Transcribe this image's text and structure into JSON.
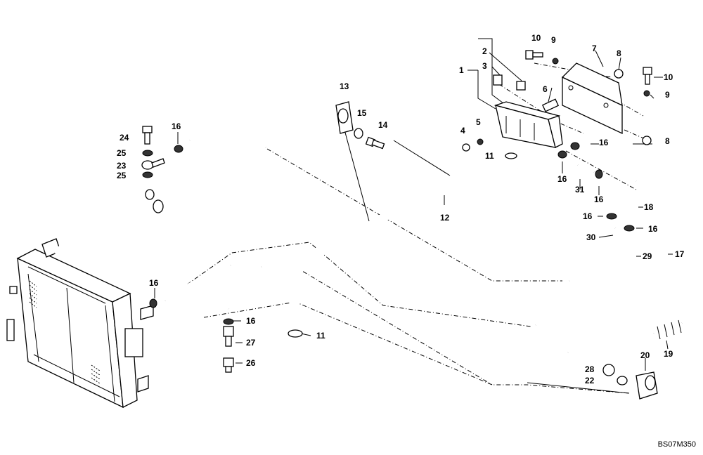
{
  "diagram": {
    "code": "BS07M350",
    "callouts": [
      {
        "id": "c1",
        "text": "1"
      },
      {
        "id": "c2",
        "text": "2"
      },
      {
        "id": "c3",
        "text": "3"
      },
      {
        "id": "c4",
        "text": "4"
      },
      {
        "id": "c5",
        "text": "5"
      },
      {
        "id": "c6",
        "text": "6"
      },
      {
        "id": "c7",
        "text": "7"
      },
      {
        "id": "c8a",
        "text": "8"
      },
      {
        "id": "c8b",
        "text": "8"
      },
      {
        "id": "c9a",
        "text": "9"
      },
      {
        "id": "c9b",
        "text": "9"
      },
      {
        "id": "c10a",
        "text": "10"
      },
      {
        "id": "c10b",
        "text": "10"
      },
      {
        "id": "c11a",
        "text": "11"
      },
      {
        "id": "c11b",
        "text": "11"
      },
      {
        "id": "c12",
        "text": "12"
      },
      {
        "id": "c13",
        "text": "13"
      },
      {
        "id": "c14",
        "text": "14"
      },
      {
        "id": "c15",
        "text": "15"
      },
      {
        "id": "c16a",
        "text": "16"
      },
      {
        "id": "c16b",
        "text": "16"
      },
      {
        "id": "c16c",
        "text": "16"
      },
      {
        "id": "c16d",
        "text": "16"
      },
      {
        "id": "c16e",
        "text": "16"
      },
      {
        "id": "c16f",
        "text": "16"
      },
      {
        "id": "c16g",
        "text": "16"
      },
      {
        "id": "c16h",
        "text": "16"
      },
      {
        "id": "c17",
        "text": "17"
      },
      {
        "id": "c18",
        "text": "18"
      },
      {
        "id": "c19",
        "text": "19"
      },
      {
        "id": "c20",
        "text": "20"
      },
      {
        "id": "c22",
        "text": "22"
      },
      {
        "id": "c23",
        "text": "23"
      },
      {
        "id": "c24",
        "text": "24"
      },
      {
        "id": "c25a",
        "text": "25"
      },
      {
        "id": "c25b",
        "text": "25"
      },
      {
        "id": "c26",
        "text": "26"
      },
      {
        "id": "c27",
        "text": "27"
      },
      {
        "id": "c28",
        "text": "28"
      },
      {
        "id": "c29",
        "text": "29"
      },
      {
        "id": "c30",
        "text": "30"
      },
      {
        "id": "c31",
        "text": "31"
      }
    ]
  }
}
